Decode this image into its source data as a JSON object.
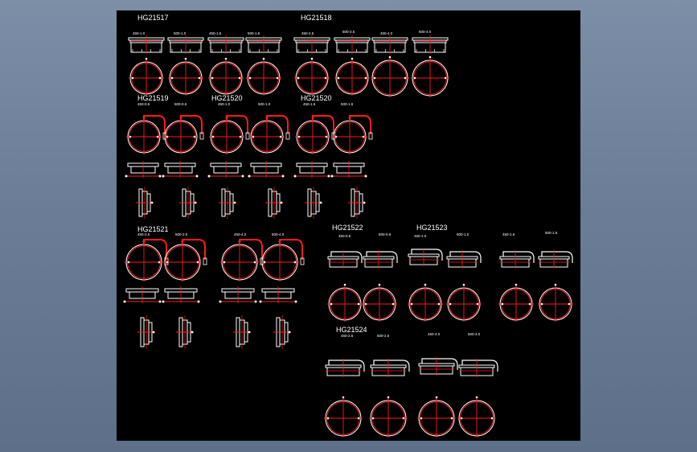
{
  "titles": [
    {
      "id": "hg21517",
      "text": "HG21517"
    },
    {
      "id": "hg21518",
      "text": "HG21518"
    },
    {
      "id": "hg21519",
      "text": "HG21519"
    },
    {
      "id": "hg21520a",
      "text": "HG21520"
    },
    {
      "id": "hg21520b",
      "text": "HG21520"
    },
    {
      "id": "hg21521",
      "text": "HG21521"
    },
    {
      "id": "hg21522",
      "text": "HG21522"
    },
    {
      "id": "hg21523",
      "text": "HG21523"
    },
    {
      "id": "hg21524",
      "text": "HG21524"
    }
  ],
  "labels": [
    "450-1.0",
    "500-1.0",
    "450-1.6",
    "500-1.6",
    "450-2.5",
    "500-2.5",
    "450-4.0",
    "500-4.0",
    "450-0.6",
    "500-0.6",
    "450-1.0",
    "500-1.0",
    "450-1.6",
    "500-1.6",
    "450-2.5",
    "500-2.5",
    "450-4.0",
    "500-4.0",
    "450-0.6",
    "500-0.6",
    "450-1.0",
    "500-1.0",
    "450-1.6",
    "500-1.6",
    "450-2.5",
    "500-2.5",
    "450-4.0",
    "500-4.0"
  ],
  "colors": {
    "line": "#ffffff",
    "accent": "#ff1a1a",
    "background": "#000000",
    "frame": "#6b7d97"
  }
}
